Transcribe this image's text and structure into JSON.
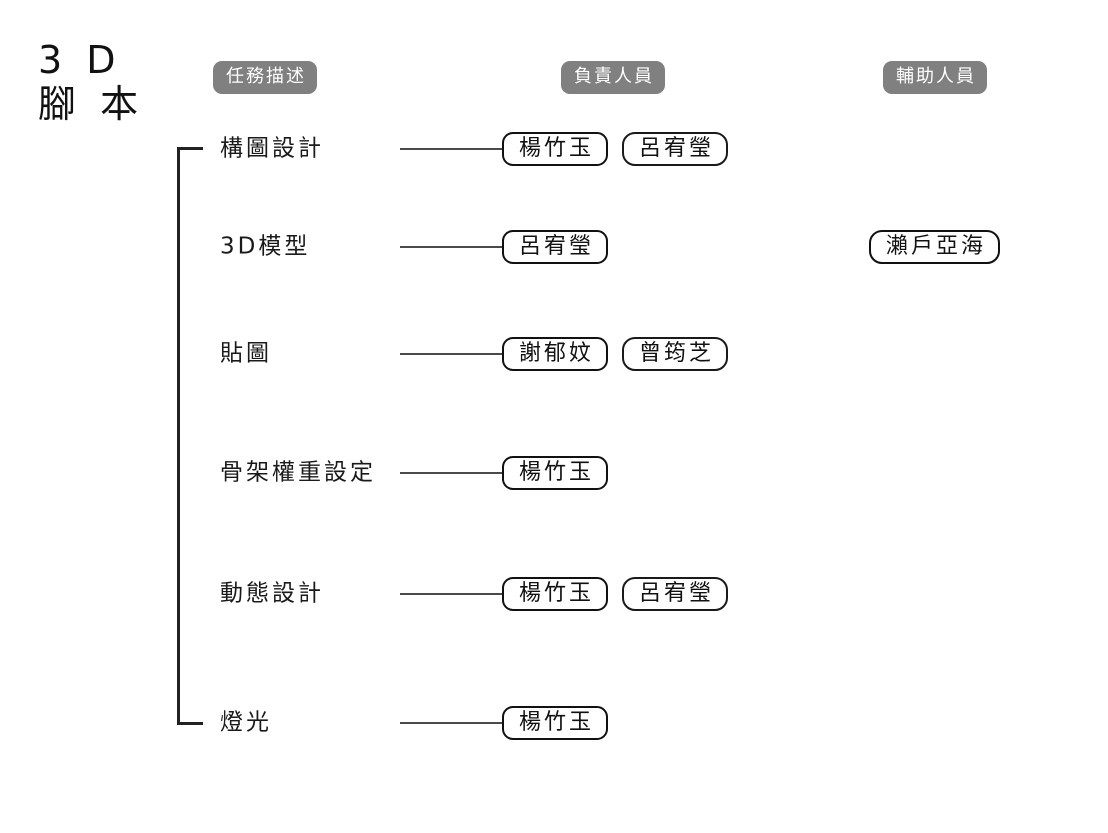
{
  "title": "3 D\n腳 本",
  "columns": {
    "task": {
      "label": "任務描述"
    },
    "owner": {
      "label": "負責人員"
    },
    "assistant": {
      "label": "輔助人員"
    }
  },
  "colors": {
    "header_pill_bg": "#808080",
    "header_pill_text": "#ffffff",
    "bracket": "#222222",
    "connector": "#4a4a4a",
    "chip_border": "#111111",
    "text": "#1a1a1a",
    "background": "#ffffff"
  },
  "rows": [
    {
      "task": "構圖設計",
      "owner": "楊竹玉",
      "secondary": "呂宥瑩",
      "assistant": ""
    },
    {
      "task": "3D模型",
      "owner": "呂宥瑩",
      "secondary": "",
      "assistant": "瀨戶亞海"
    },
    {
      "task": "貼圖",
      "owner": "謝郁妏",
      "secondary": "曾筠芝",
      "assistant": ""
    },
    {
      "task": "骨架權重設定",
      "owner": "楊竹玉",
      "secondary": "",
      "assistant": ""
    },
    {
      "task": "動態設計",
      "owner": "楊竹玉",
      "secondary": "呂宥瑩",
      "assistant": ""
    },
    {
      "task": "燈光",
      "owner": "楊竹玉",
      "secondary": "",
      "assistant": ""
    }
  ]
}
